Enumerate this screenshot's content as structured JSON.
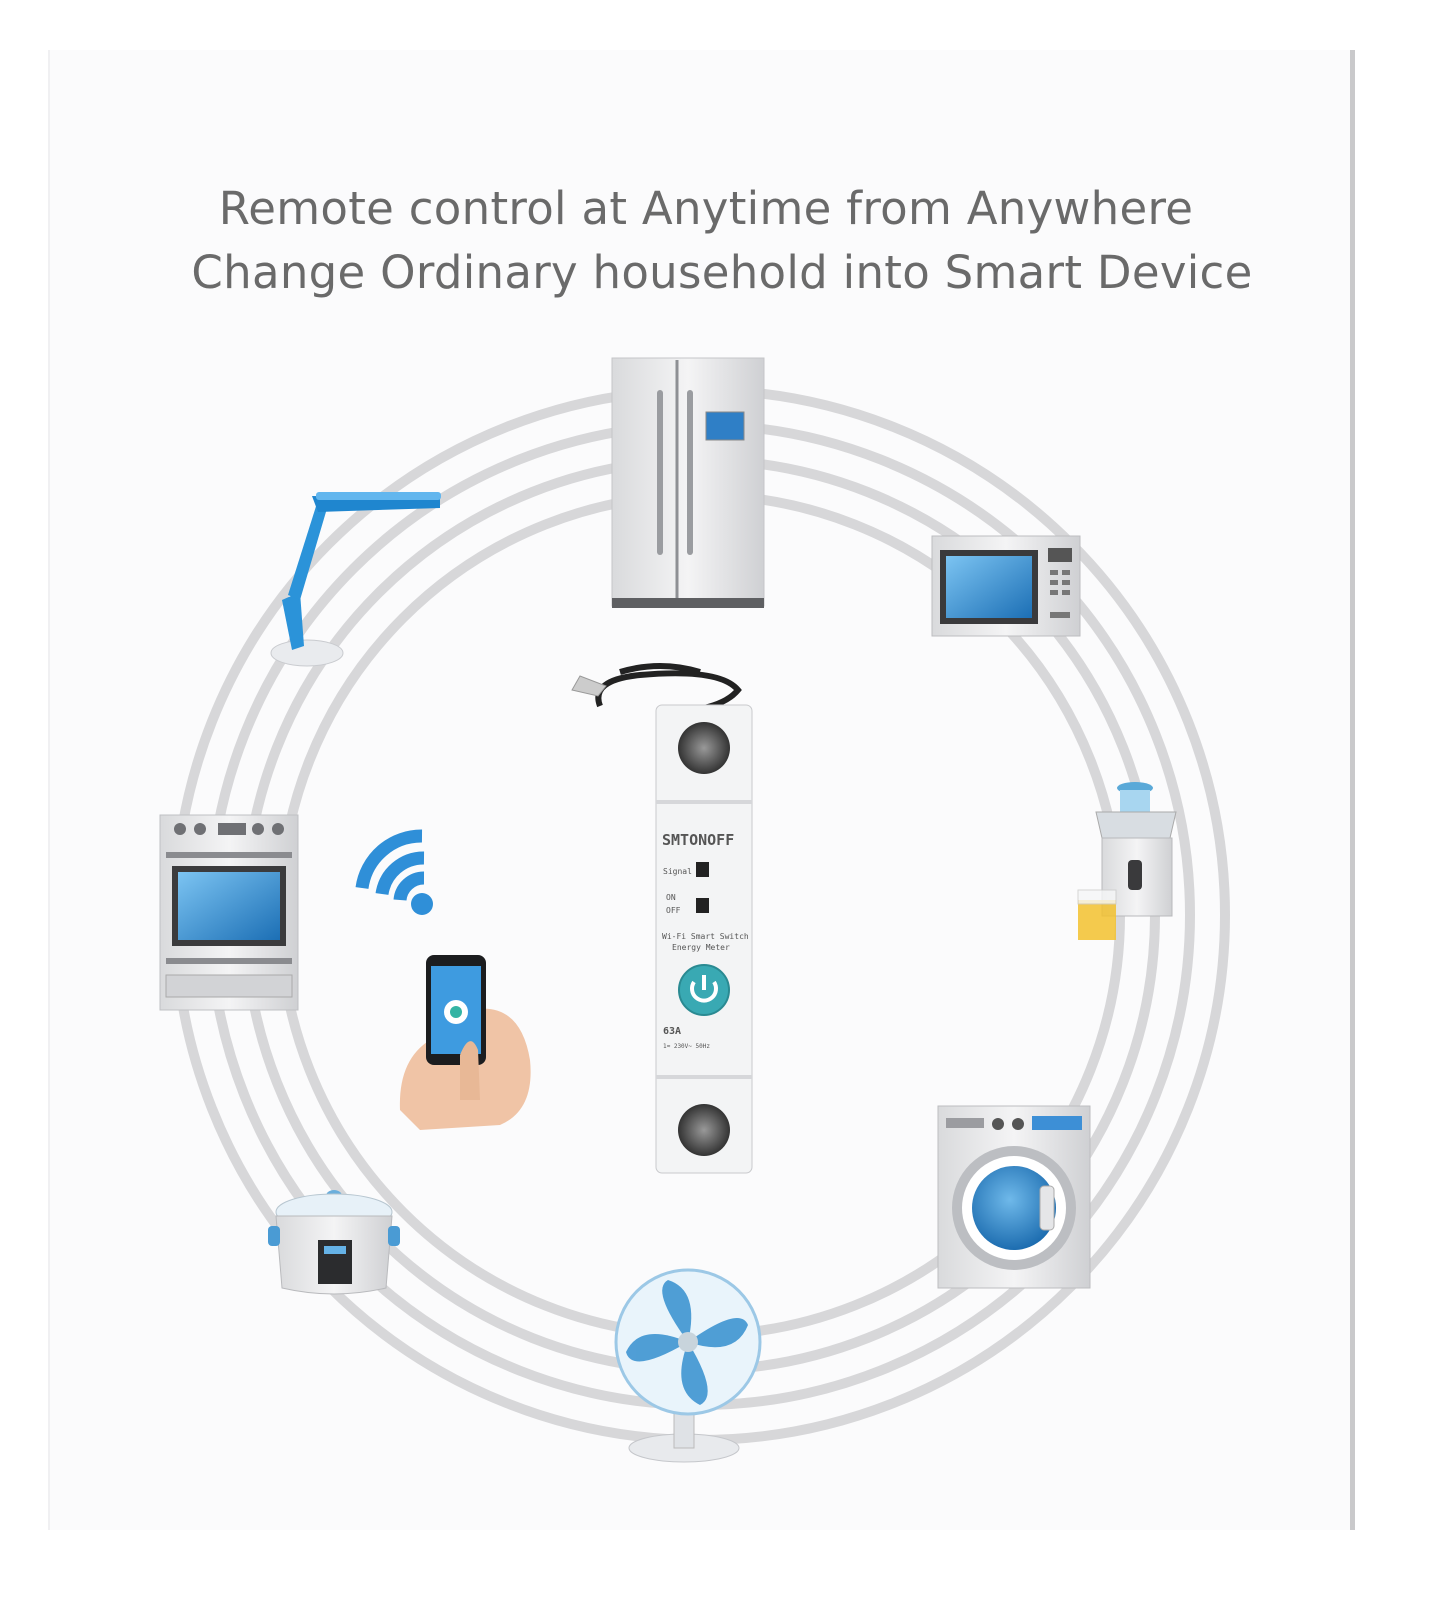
{
  "headline": {
    "line1": "Remote control at Anytime from Anywhere",
    "line2": "Change Ordinary household into Smart Device"
  },
  "breaker": {
    "brand": "SMTONOFF",
    "signal_label": "Signal",
    "on_label": "ON",
    "off_label": "OFF",
    "product_line1": "Wi-Fi Smart Switch",
    "product_line2": "Energy Meter",
    "rating": "63A",
    "spec": "1≈ 230V~ 50Hz"
  },
  "appliances": [
    "refrigerator-icon",
    "microwave-icon",
    "juicer-icon",
    "washing-machine-icon",
    "fan-icon",
    "rice-cooker-icon",
    "oven-icon",
    "desk-lamp-icon"
  ],
  "colors": {
    "accent_blue": "#2f8fd8",
    "ring_gray": "#d7d7d9",
    "text_gray": "#6a6a6a",
    "teal": "#39a9b3"
  }
}
